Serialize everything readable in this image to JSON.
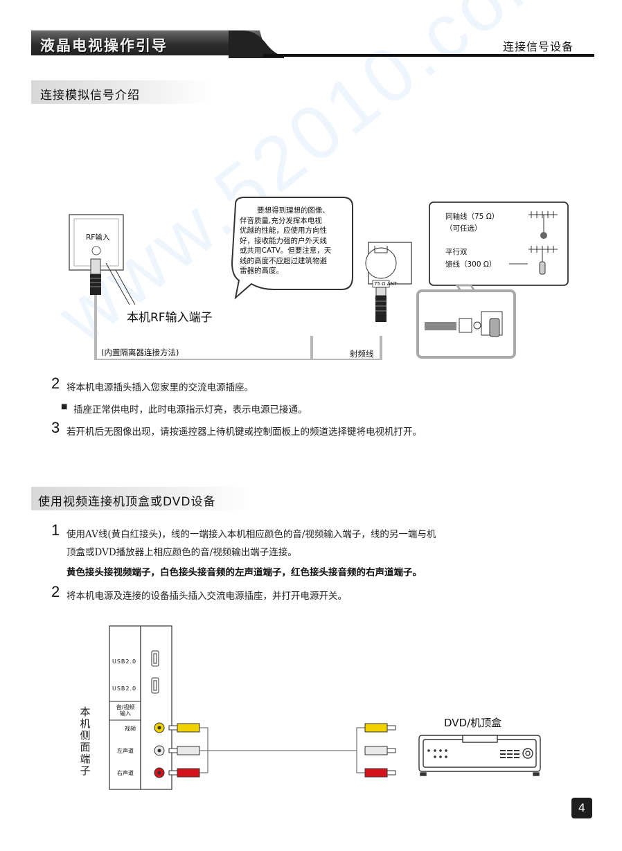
{
  "header": {
    "title": "液晶电视操作引导",
    "right": "连接信号设备"
  },
  "watermark": "www.52010.com",
  "section1": {
    "title": "连接模拟信号介绍",
    "diagram": {
      "rf_box_label": "RF输入",
      "rf_terminal_label": "本机RF输入端子",
      "isolator_label": "(内置隔离器连接方法)",
      "cable_label": "射频线",
      "bubble_text": [
        "要想得到理想的图像、",
        "伴音质量,充分发挥本电视",
        "优越的性能，应使用方向性",
        "好，接收能力强的户外天线",
        "或共用CATV。但要注意，天",
        "线的高度不应超过建筑物避",
        "雷器的高度。"
      ],
      "ant_label": "75 Ω ANT",
      "coax_label": "同轴线（75 Ω）",
      "coax_optional": "（可任选）",
      "parallel_label_1": "平行双",
      "parallel_label_2": "馈线（300 Ω）"
    },
    "steps": [
      {
        "num": "2",
        "text": "将本机电源插头插入您家里的交流电源插座。"
      },
      {
        "num": "3",
        "text": "若开机后无图像出现，请按遥控器上待机键或控制面板上的频道选择键将电视机打开。"
      }
    ],
    "bullet": "插座正常供电时，此时电源指示灯亮，表示电源已接通。"
  },
  "section2": {
    "title": "使用视频连接机顶盒或DVD设备",
    "step1_num": "1",
    "step1_line1": "使用AV线(黄白红接头)，线的一端接入本机相应颜色的音/视频输入端子，线的另一端与机",
    "step1_line2": "顶盒或DVD播放器上相应颜色的音/视频输出端子连接。",
    "step1_bold": "黄色接头接视频端子，白色接头接音频的左声道端子，红色接头接音频的右声道端子。",
    "step2_num": "2",
    "step2_text": "将本机电源及连接的设备插头插入交流电源插座，并打开电源开关。",
    "diagram": {
      "side_label": [
        "本",
        "机",
        "侧",
        "面",
        "端",
        "子"
      ],
      "usb1": "USB2.0",
      "usb2": "USB2.0",
      "av_header_1": "音/视频",
      "av_header_2": "输入",
      "video": "视频",
      "left": "左声道",
      "right": "右声道",
      "dvd_label": "DVD/机顶盒"
    }
  },
  "page_number": "4",
  "colors": {
    "yellow": "#f2d100",
    "white": "#e8e8e8",
    "red": "#d4141c",
    "cable": "#b8b8b8"
  }
}
